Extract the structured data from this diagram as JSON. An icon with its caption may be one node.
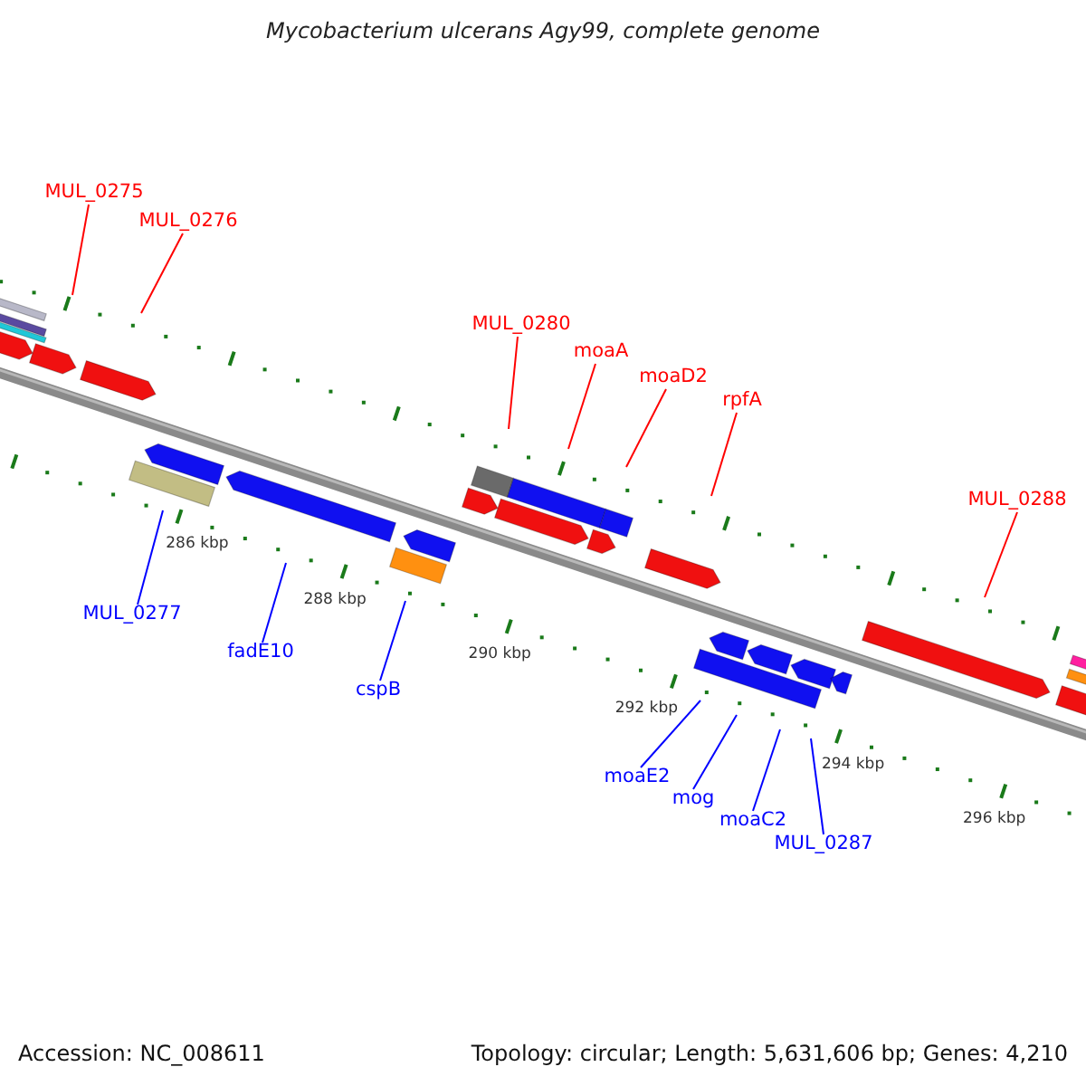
{
  "diagram": {
    "title": "Mycobacterium ulcerans Agy99, complete genome",
    "nodes": [
      {
        "text": [
          "MUL_0275"
        ]
      },
      {
        "text": [
          "MUL_0276"
        ]
      },
      {
        "text": [
          "MUL_0280"
        ]
      },
      {
        "text": [
          "moaA"
        ]
      },
      {
        "text": [
          "moaD2"
        ]
      },
      {
        "text": [
          "rpfA"
        ]
      },
      {
        "text": [
          "MUL_0288"
        ]
      },
      {
        "text": [
          "MUL_0277"
        ]
      },
      {
        "text": [
          "fadE10"
        ]
      },
      {
        "text": [
          "cspB"
        ]
      },
      {
        "text": [
          "moaE2"
        ]
      },
      {
        "text": [
          "mog"
        ]
      },
      {
        "text": [
          "moaC2"
        ]
      },
      {
        "text": [
          "MUL_0287"
        ]
      }
    ],
    "edges": [
      {
        "from": 0,
        "to": null,
        "arrow": "none",
        "color": "#ff0000"
      },
      {
        "from": 1,
        "to": null,
        "arrow": "none",
        "color": "#ff0000"
      },
      {
        "from": 2,
        "to": null,
        "arrow": "none",
        "color": "#ff0000"
      },
      {
        "from": 3,
        "to": null,
        "arrow": "none",
        "color": "#ff0000"
      },
      {
        "from": 4,
        "to": null,
        "arrow": "none",
        "color": "#ff0000"
      },
      {
        "from": 5,
        "to": null,
        "arrow": "none",
        "color": "#ff0000"
      },
      {
        "from": 6,
        "to": null,
        "arrow": "none",
        "color": "#ff0000"
      },
      {
        "from": 7,
        "to": null,
        "arrow": "none",
        "color": "#0000ff"
      },
      {
        "from": 8,
        "to": null,
        "arrow": "none",
        "color": "#0000ff"
      },
      {
        "from": 9,
        "to": null,
        "arrow": "none",
        "color": "#0000ff"
      },
      {
        "from": 10,
        "to": null,
        "arrow": "none",
        "color": "#0000ff"
      },
      {
        "from": 11,
        "to": null,
        "arrow": "none",
        "color": "#0000ff"
      },
      {
        "from": 12,
        "to": null,
        "arrow": "none",
        "color": "#0000ff"
      },
      {
        "from": 13,
        "to": null,
        "arrow": "none",
        "color": "#0000ff"
      }
    ],
    "labels": [
      "286 kbp",
      "288 kbp",
      "290 kbp",
      "292 kbp",
      "294 kbp",
      "296 kbp",
      "Accession: NC_008611",
      "Topology: circular; Length: 5,631,606 bp; Genes: 4,210"
    ]
  }
}
